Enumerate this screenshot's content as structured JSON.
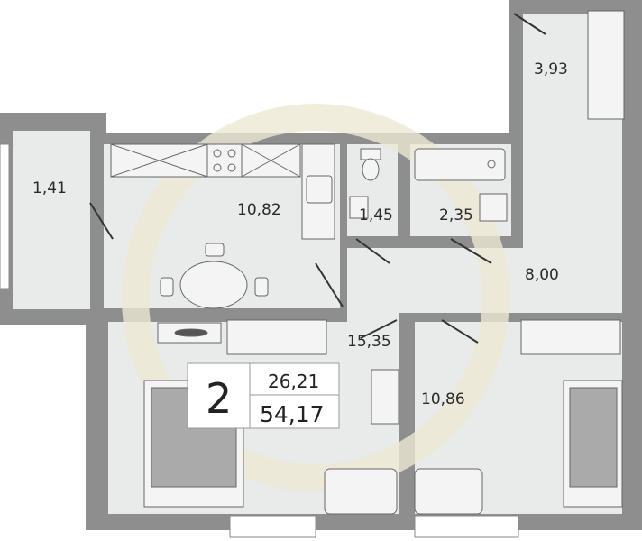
{
  "plan": {
    "rooms_count": "2",
    "living_area": "26,21",
    "total_area": "54,17",
    "room_areas": {
      "balcony": "1,41",
      "kitchen": "10,82",
      "wc": "1,45",
      "bathroom": "2,35",
      "storage": "3,93",
      "hall": "8,00",
      "living_room": "15,35",
      "bedroom": "10,86"
    }
  },
  "colors": {
    "wall": "#8e8e8e",
    "floor": "#e9eaea",
    "window": "#ffffff",
    "furniture_stroke": "#666666",
    "watermark": "#e6dfc8"
  }
}
